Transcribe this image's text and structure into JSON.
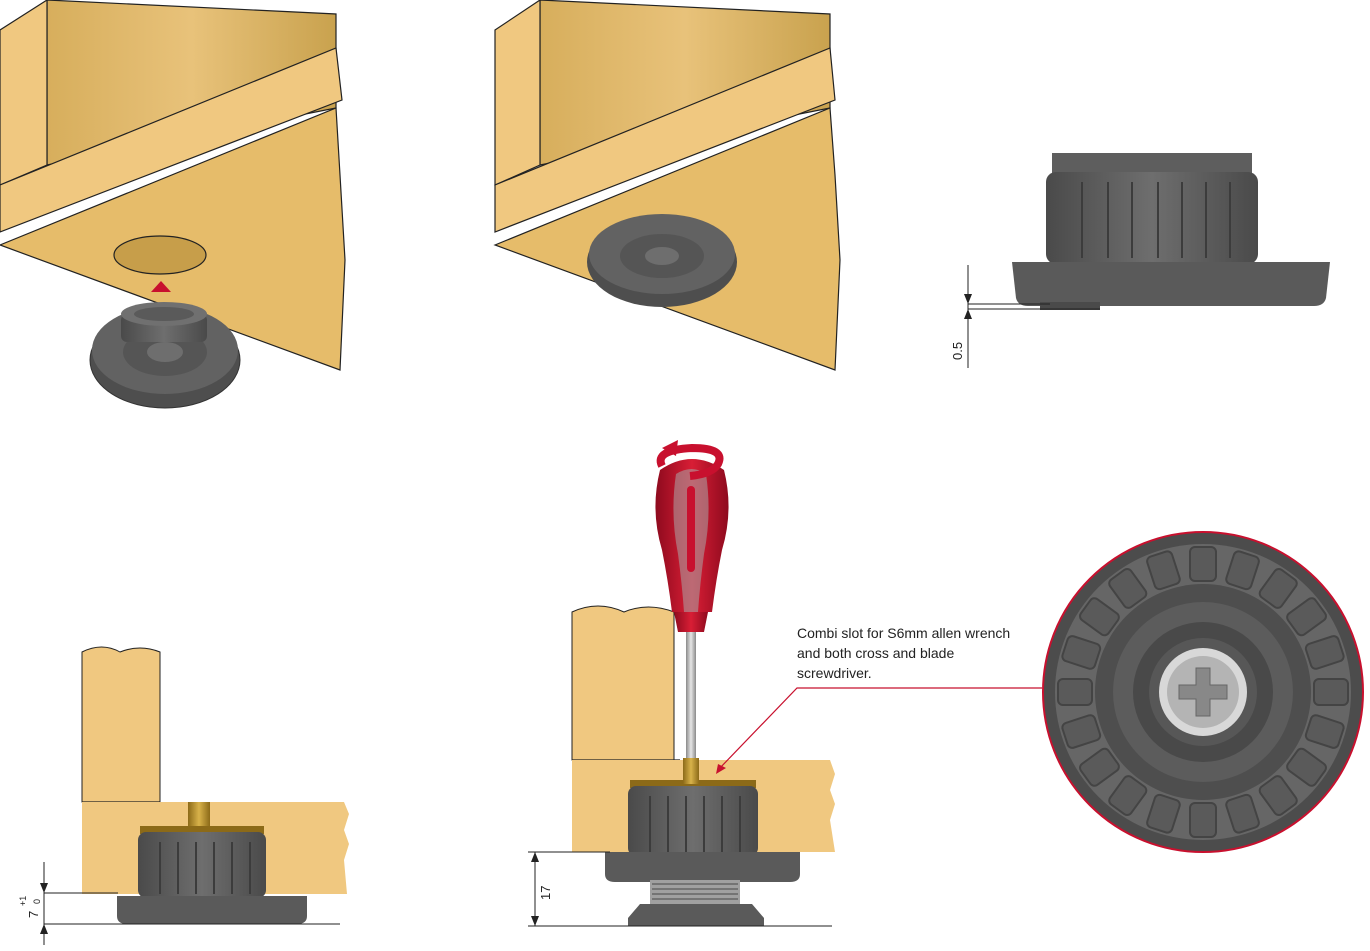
{
  "colors": {
    "wood_light": "#F0C880",
    "wood_dark": "#C9A24E",
    "foot_dark": "#555555",
    "foot_mid": "#6a6a6a",
    "accent_red": "#C8102E",
    "brass": "#B08A2A"
  },
  "dimensions": {
    "gap": "0.5",
    "offset_value": "7",
    "offset_tol_upper": "+1",
    "offset_tol_lower": "0",
    "height": "17"
  },
  "callout": {
    "line1": "Combi slot for S6mm allen wrench",
    "line2": "and both cross and blade",
    "line3": "screwdriver."
  },
  "icons": {
    "rotation": "rotation-arrow-icon",
    "insert": "insert-arrow-icon"
  }
}
